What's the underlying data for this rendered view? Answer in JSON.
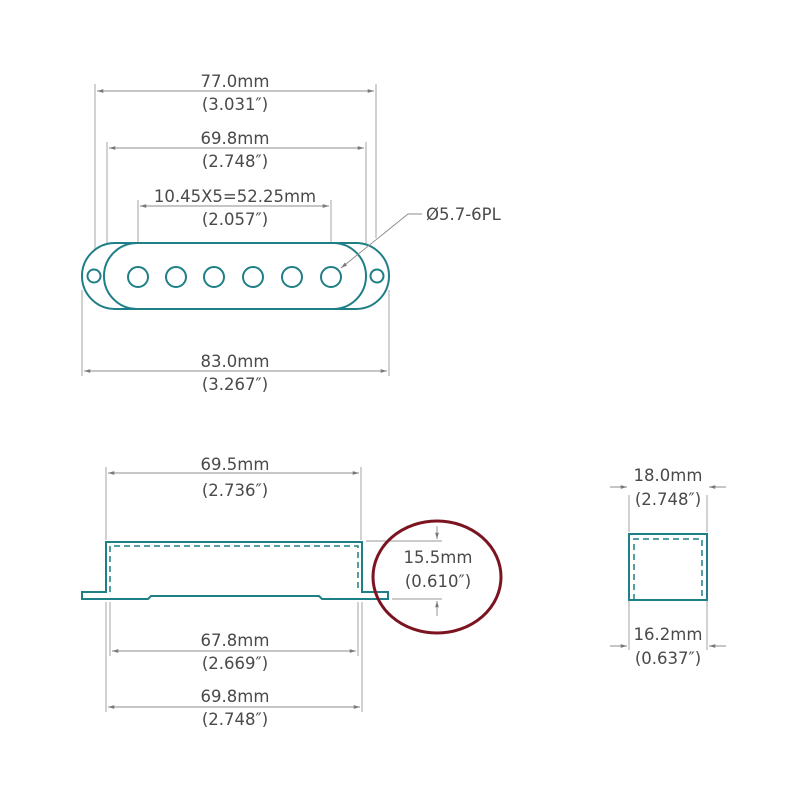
{
  "top_view": {
    "overall_mm": "77.0mm",
    "overall_in": "(3.031″)",
    "inner_mm": "69.8mm",
    "inner_in": "(2.748″)",
    "pole_spacing_mm": "10.45X5=52.25mm",
    "pole_spacing_in": "(2.057″)",
    "hole_callout": "Ø5.7-6PL",
    "base_mm": "83.0mm",
    "base_in": "(3.267″)"
  },
  "side_view": {
    "top_width_mm": "69.5mm",
    "top_width_in": "(2.736″)",
    "height_mm": "15.5mm",
    "height_in": "(0.610″)",
    "inner_bottom_mm": "67.8mm",
    "inner_bottom_in": "(2.669″)",
    "bottom_mm": "69.8mm",
    "bottom_in": "(2.748″)"
  },
  "end_view": {
    "top_width_mm": "18.0mm",
    "top_width_in": "(2.748″)",
    "bottom_width_mm": "16.2mm",
    "bottom_width_in": "(0.637″)"
  },
  "colors": {
    "part": "#1f7f86",
    "dimension": "#8c8c8c",
    "highlight": "#7b1420"
  }
}
